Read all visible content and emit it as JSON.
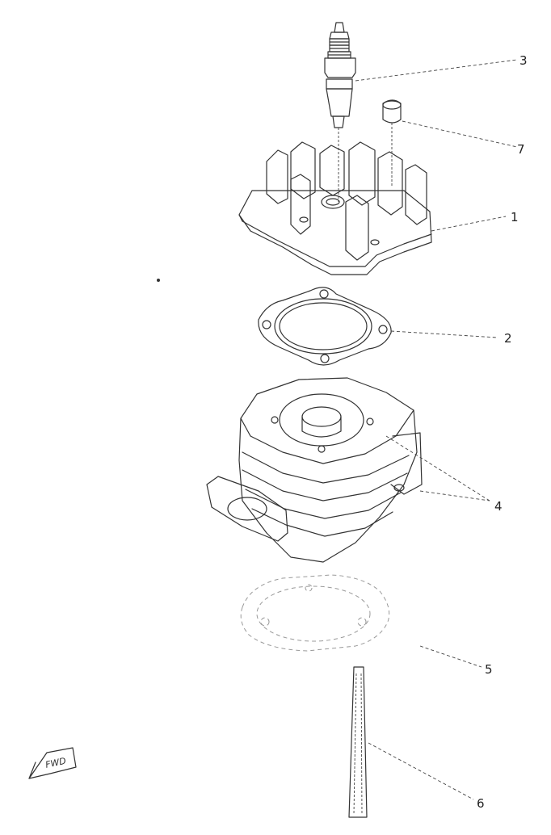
{
  "callouts": {
    "c1": "1",
    "c2": "2",
    "c3": "3",
    "c4": "4",
    "c5": "5",
    "c6": "6",
    "c7": "7"
  },
  "fwd_label": "FWD",
  "colors": {
    "line": "#333333",
    "background": "#ffffff"
  }
}
